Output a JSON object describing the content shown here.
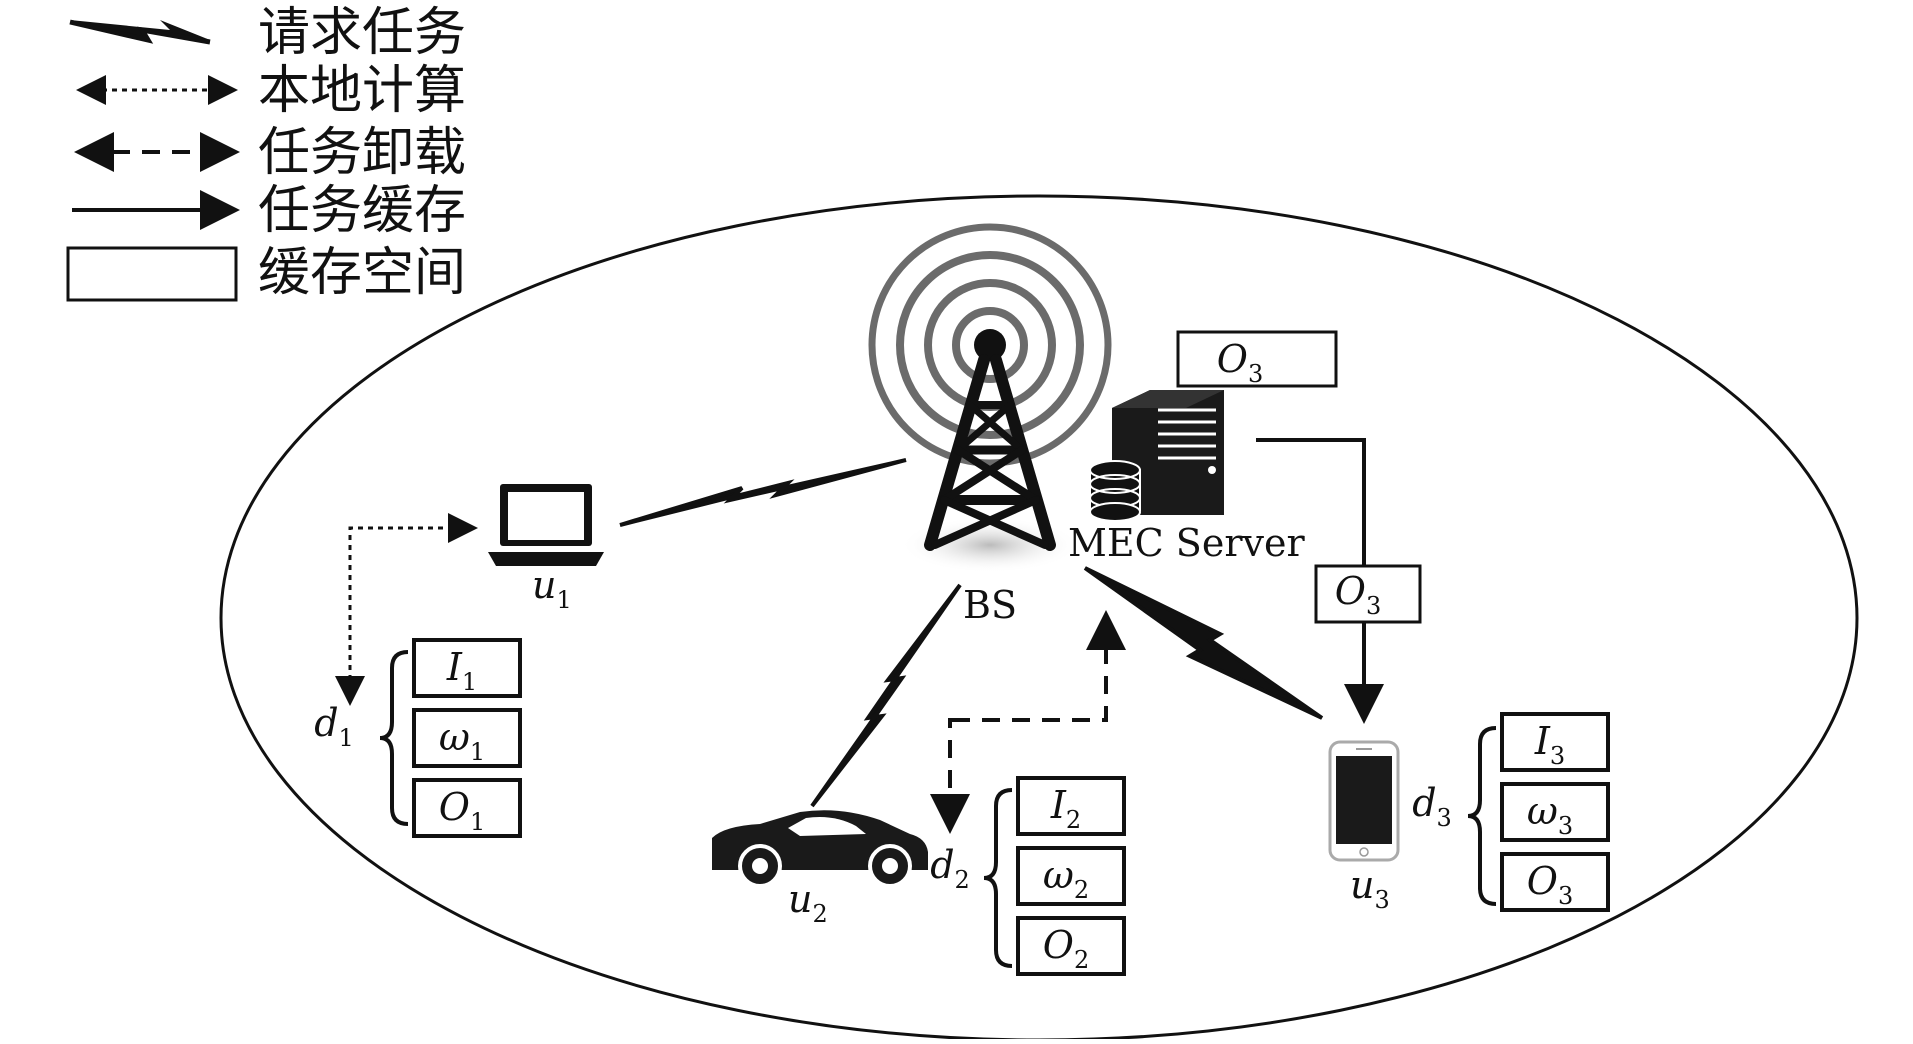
{
  "legend": {
    "request": "请求任务",
    "local": "本地计算",
    "offload": "任务卸载",
    "cache": "任务缓存",
    "cache_space": "缓存空间"
  },
  "nodes": {
    "bs": "BS",
    "mec": "MEC Server",
    "u1": {
      "base": "u",
      "sub": "1"
    },
    "u2": {
      "base": "u",
      "sub": "2"
    },
    "u3": {
      "base": "u",
      "sub": "3"
    }
  },
  "tasks": {
    "d1": {
      "base": "d",
      "sub": "1",
      "items": [
        {
          "base": "I",
          "sub": "1"
        },
        {
          "base": "ω",
          "sub": "1"
        },
        {
          "base": "O",
          "sub": "1"
        }
      ]
    },
    "d2": {
      "base": "d",
      "sub": "2",
      "items": [
        {
          "base": "I",
          "sub": "2"
        },
        {
          "base": "ω",
          "sub": "2"
        },
        {
          "base": "O",
          "sub": "2"
        }
      ]
    },
    "d3": {
      "base": "d",
      "sub": "3",
      "items": [
        {
          "base": "I",
          "sub": "3"
        },
        {
          "base": "ω",
          "sub": "3"
        },
        {
          "base": "O",
          "sub": "3"
        }
      ]
    }
  },
  "server_cache": {
    "base": "O",
    "sub": "3"
  },
  "transfer": {
    "base": "O",
    "sub": "3"
  },
  "colors": {
    "line": "#111111",
    "fill": "#1a1a1a",
    "signal": "#6b6b6b"
  }
}
